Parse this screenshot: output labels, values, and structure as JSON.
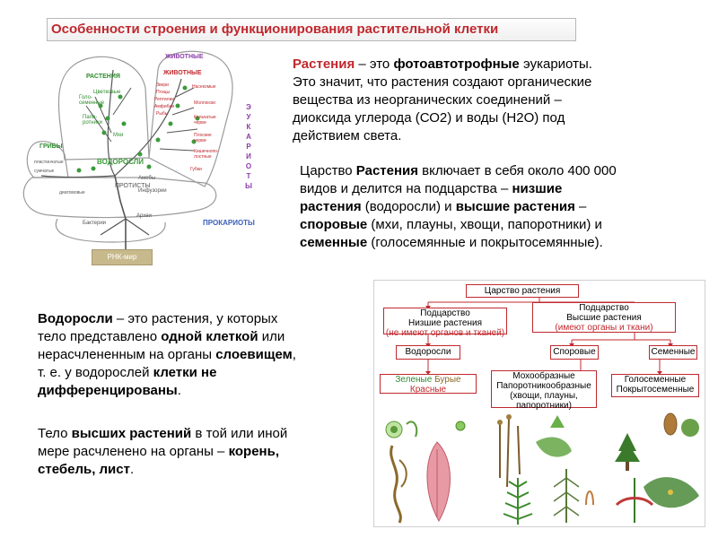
{
  "title": "Особенности строения и функционирования растительной клетки",
  "para1": {
    "l1a": "Растения",
    "l1b": " – это ",
    "l1c": "фотоавтотрофные",
    "l1d": " эукариоты.",
    "l2": "Это значит, что растения создают органические",
    "l3": "вещества из неорганических соединений –",
    "l4": "диоксида углерода (СО2) и воды (Н2О) под",
    "l5": "действием света."
  },
  "para2": {
    "l1a": "Царство ",
    "l1b": "Растения",
    "l1c": " включает в себя около 400 000",
    "l2a": "видов и делится на подцарства – ",
    "l2b": "низшие",
    "l3a": "растения",
    "l3b": " (водоросли) и ",
    "l3c": "высшие растения",
    "l3d": " –",
    "l4a": "споровые",
    "l4b": " (мхи, плауны, хвощи, папоротники) и",
    "l5a": "семенные",
    "l5b": " (голосемянные и покрытосемянные)."
  },
  "para3": {
    "l1a": "Водоросли",
    "l1b": " – это растения, у которых",
    "l2a": "тело представлено ",
    "l2b": "одной клеткой",
    "l2c": " или",
    "l3a": "нерасчлененным на органы ",
    "l3b": "слоевищем",
    "l3c": ",",
    "l4a": "т. е. у водорослей ",
    "l4b": "клетки не",
    "l5a": "дифференцированы",
    "l5b": "."
  },
  "para4": {
    "l1a": "Тело ",
    "l1b": "высших растений",
    "l1c": " в той или иной",
    "l2a": "мере расчленено на органы – ",
    "l2b": "корень,",
    "l3a": "стебель, лист",
    "l3b": "."
  },
  "tree": {
    "griby": "ГРИБЫ",
    "rasteniya": "РАСТЕНИЯ",
    "zhivotnye": "ЖИВОТНЫЕ",
    "zhivotnye_top": "ЖИВОТНЫЕ",
    "vodorosli": "ВОДОРОСЛИ",
    "protisty": "ПРОТИСТЫ",
    "prokarioty": "ПРОКАРИОТЫ",
    "eukarioty": [
      "Э",
      "У",
      "К",
      "А",
      "Р",
      "И",
      "О",
      "Т",
      "Ы"
    ],
    "rnk": "РНК-мир",
    "labels": {
      "cvetkovye": "Цветковые",
      "golosem": "Голо-\nсеменные",
      "paporot": "Папо-\nротники",
      "mhi": "Мхи",
      "plastinch": "пластинчатые",
      "sumchatye": "сумчатые",
      "diatom": "диатомовые",
      "ameby": "Амебы",
      "infuzorii": "Инфузории",
      "bakterii": "Бактерии",
      "arhei": "Археи",
      "zveri": "Звери",
      "pticy": "Птицы",
      "reptilii": "Рептилии",
      "amfibii": "Амфибии",
      "ryby": "Рыбы",
      "nasekomye": "Насекомые",
      "mollyuski": "Моллюски",
      "kolchatye": "Кольчатые\nчерви",
      "ploskie": "Плоские\nчерви",
      "kishechnop": "Кишечнопо-\nлостные",
      "gubki": "Губки"
    }
  },
  "classification": {
    "kingdom": "Царство растения",
    "sub1_title": "Подцарство",
    "sub1_name": "Низшие растения",
    "sub1_note": "(не имеют органов и тканей)",
    "sub2_title": "Подцарство",
    "sub2_name": "Высшие растения",
    "sub2_note": "(имеют органы и ткани)",
    "algae": "Водоросли",
    "spore": "Споровые",
    "seed": "Семенные",
    "algae_types_green": "Зеленые",
    "algae_types_brown": "Бурые",
    "algae_types_red": "Красные",
    "spore_types_l1": "Мохообразные",
    "spore_types_l2": "Папоротникообразные",
    "spore_types_l3": "(хвощи, плауны,",
    "spore_types_l4": "папоротники)",
    "seed_types_l1": "Голосеменные",
    "seed_types_l2": "Покрытосеменные"
  },
  "colors": {
    "accent_red": "#c0282e",
    "green": "#2e8b2e",
    "purple": "#8a3ca8",
    "blue": "#3a5fb8"
  }
}
